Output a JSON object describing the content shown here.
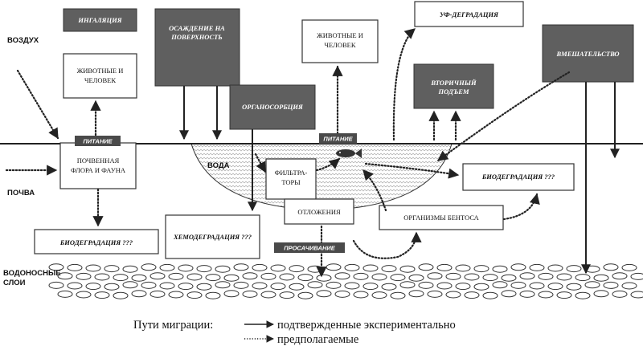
{
  "zones": {
    "air": "ВОЗДУХ",
    "soil": "ПОЧВА",
    "water": "ВОДА",
    "aquifer_line1": "ВОДОНОСНЫЕ",
    "aquifer_line2": "СЛОИ"
  },
  "boxes": {
    "inhalation": "ИНГАЛЯЦИЯ",
    "deposition_line1": "ОСАЖДЕНИЕ НА",
    "deposition_line2": "ПОВЕРХНОСТЬ",
    "animals_left_line1": "ЖИВОТНЫЕ И",
    "animals_left_line2": "ЧЕЛОВЕК",
    "organosorption": "ОРГАНОСОРБЦИЯ",
    "animals_mid_line1": "ЖИВОТНЫЕ И",
    "animals_mid_line2": "ЧЕЛОВЕК",
    "uv_degradation": "УФ-ДЕГРАДАЦИЯ",
    "secondary_rise_line1": "ВТОРИЧНЫЙ",
    "secondary_rise_line2": "ПОДЪЕМ",
    "intervention": "ВМЕШАТЕЛЬСТВО",
    "soil_flora_line1": "ПОЧВЕННАЯ",
    "soil_flora_line2": "ФЛОРА И ФАУНА",
    "filter_feeders_line1": "ФИЛЬТРА-",
    "filter_feeders_line2": "ТОРЫ",
    "biodegradation_right": "БИОДЕГРАДАЦИЯ ???",
    "sediments": "ОТЛОЖЕНИЯ",
    "chemodegradation": "ХЕМОДЕГРАДАЦИЯ ???",
    "benthos": "ОРГАНИЗМЫ БЕНТОСА",
    "biodegradation_left": "БИОДЕГРАДАЦИЯ ???"
  },
  "tags": {
    "feeding_left": "ПИТАНИЕ",
    "feeding_mid": "ПИТАНИЕ",
    "percolation": "ПРОСАЧИВАНИЕ"
  },
  "legend": {
    "title": "Пути миграции:",
    "confirmed": "подтвержденные экспериментально",
    "assumed": "предполагаемые"
  },
  "colors": {
    "dark_box": "#5f5f5f",
    "line": "#222222",
    "background": "#ffffff"
  }
}
